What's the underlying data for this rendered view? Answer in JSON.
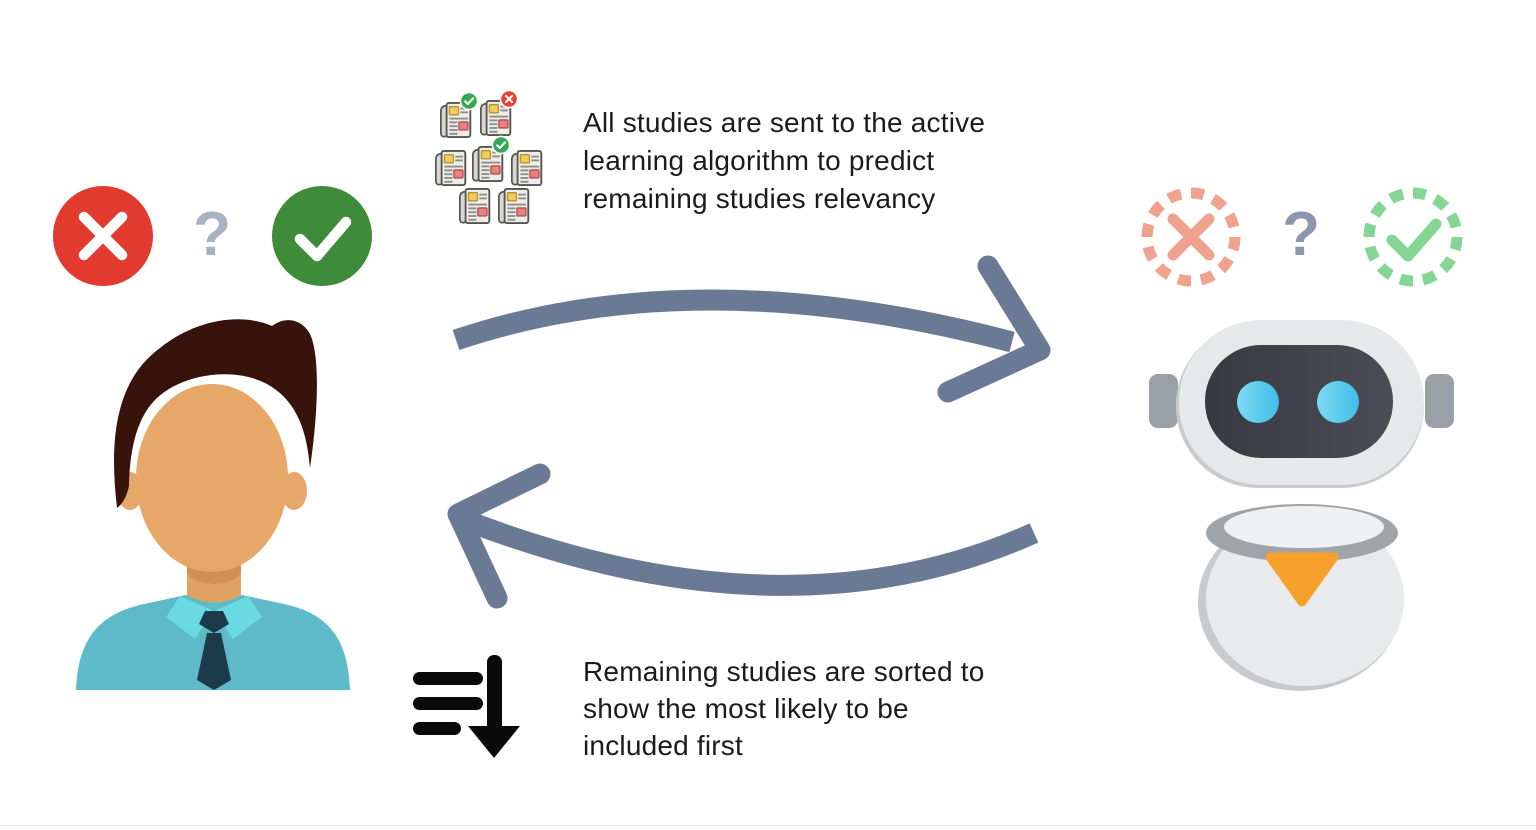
{
  "figure": {
    "type": "active-learning-loop-diagram",
    "decisions": {
      "human": {
        "reject_icon": "x-circle-solid",
        "question": "?",
        "accept_icon": "check-circle-solid"
      },
      "ai": {
        "reject_icon": "x-circle-dashed",
        "question": "?",
        "accept_icon": "check-circle-dashed"
      }
    },
    "annotations": {
      "top_arrow_label": {
        "lines": [
          "All studies are sent to the active",
          "learning algorithm to predict",
          "remaining studies relevancy"
        ]
      },
      "bottom_arrow_label": {
        "lines": [
          "Remaining studies are sorted to",
          "show the most likely to be",
          "included first"
        ]
      }
    },
    "icons": {
      "left_actor": "person-avatar",
      "right_actor": "robot",
      "top_center": "stack-of-study-documents",
      "bottom_center": "sort-descending-arrow",
      "study_badges": [
        "check-badge",
        "x-badge",
        "check-badge"
      ]
    },
    "colors": {
      "reject_red": "#E23A2E",
      "accept_green": "#3E8B3A",
      "ai_reject_salmon": "#EFA28E",
      "ai_accept_green": "#85D694",
      "question_gray_blue": "#A8B2C3",
      "arrow_slate": "#6B7A94",
      "text_dark": "#1B1B1B",
      "shirt_teal": "#5EB9C8",
      "collar_teal": "#69DAE1",
      "skin_tan": "#E7A768",
      "hair_brown": "#38130B",
      "tie_navy": "#1C3A4A",
      "robot_light_gray": "#E7E8EA",
      "robot_plate_dark": "#45464E",
      "robot_eye_cyan": "#4FC8EC",
      "robot_accent_orange": "#F7A02B",
      "doc_yellow": "#F2CA5D",
      "doc_red": "#EA8080",
      "sort_icon_black": "#0A0A0A"
    }
  }
}
